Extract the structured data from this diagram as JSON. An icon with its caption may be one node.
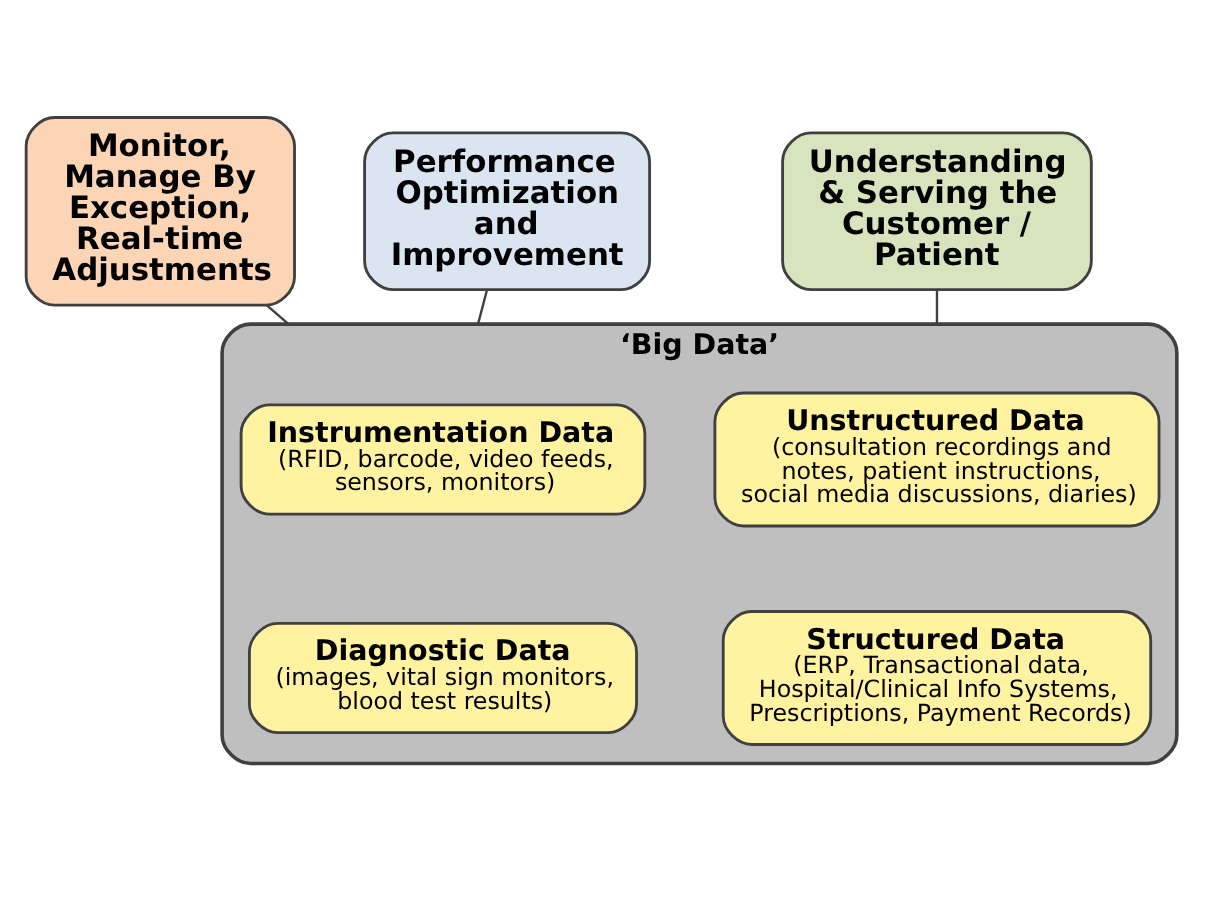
{
  "diagram": {
    "nodes": [
      {
        "text": [
          "Monitor, Manage By Exception, Real-time Adjustments"
        ]
      },
      {
        "text": [
          "Performance Optimization and Improvement"
        ]
      },
      {
        "text": [
          "Understanding & Serving the Customer / Patient"
        ]
      },
      {
        "text": [
          "‘Big Data’"
        ]
      },
      {
        "text": [
          "Instrumentation Data",
          "(RFID, barcode, video feeds, sensors, monitors)"
        ],
        "in": 3
      },
      {
        "text": [
          "Unstructured Data",
          "(consultation recordings and notes, patient instructions, social media discussions, diaries)"
        ],
        "in": 3
      },
      {
        "text": [
          "Diagnostic Data",
          "(images, vital sign monitors, blood test results)"
        ],
        "in": 3
      },
      {
        "text": [
          "Structured Data",
          "(ERP, Transactional data, Hospital/Clinical Info Systems, Prescriptions, Payment Records)"
        ],
        "in": 3
      }
    ],
    "edges": [
      {
        "from": 0,
        "to": 3,
        "arrow": "none"
      },
      {
        "from": 1,
        "to": 3,
        "arrow": "none"
      },
      {
        "from": 2,
        "to": 3,
        "arrow": "none"
      }
    ]
  }
}
